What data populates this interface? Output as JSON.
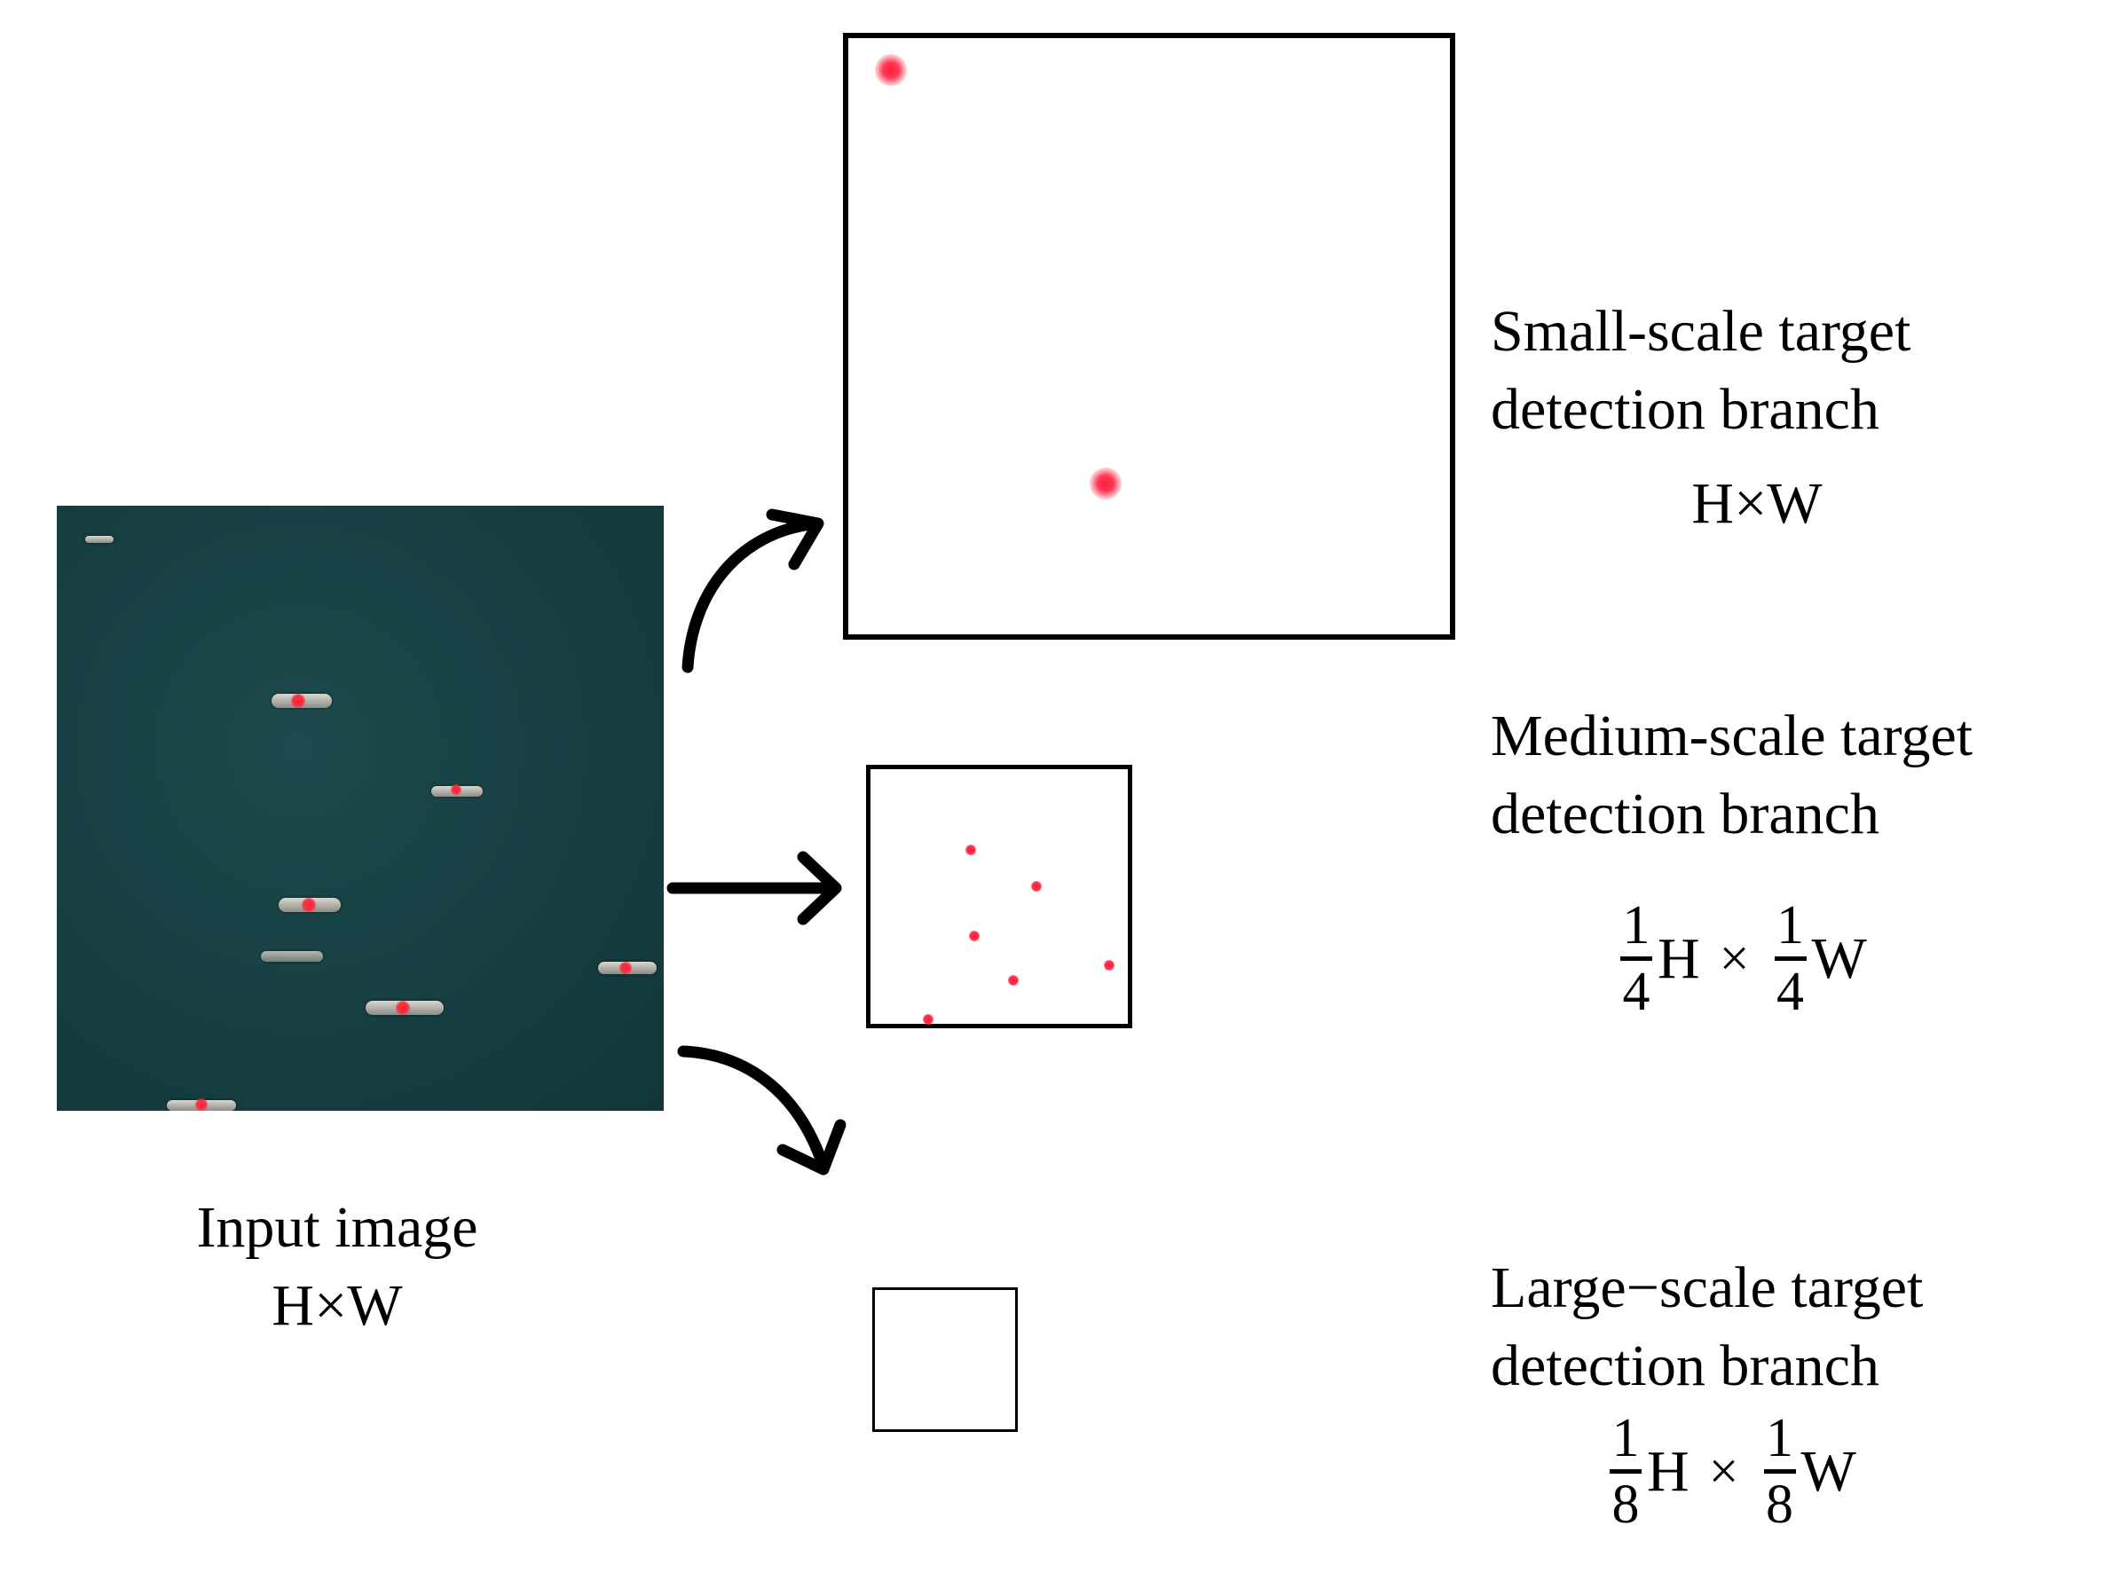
{
  "input": {
    "label": "Input image",
    "size": "H×W"
  },
  "branches": {
    "small": {
      "title_line1": "Small-scale target",
      "title_line2": "detection branch",
      "size": "H×W"
    },
    "medium": {
      "title_line1": "Medium-scale target",
      "title_line2": "detection branch",
      "numerator": "1",
      "denominator": "4",
      "times": "×",
      "h": "H",
      "w": "W"
    },
    "large": {
      "title_line1": "Large−scale target",
      "title_line2": "detection branch",
      "numerator": "1",
      "denominator": "8",
      "times": "×",
      "h": "H",
      "w": "W"
    }
  },
  "colors": {
    "sea": "#163f42",
    "heat": "#ff1f3d",
    "line": "#000000"
  }
}
